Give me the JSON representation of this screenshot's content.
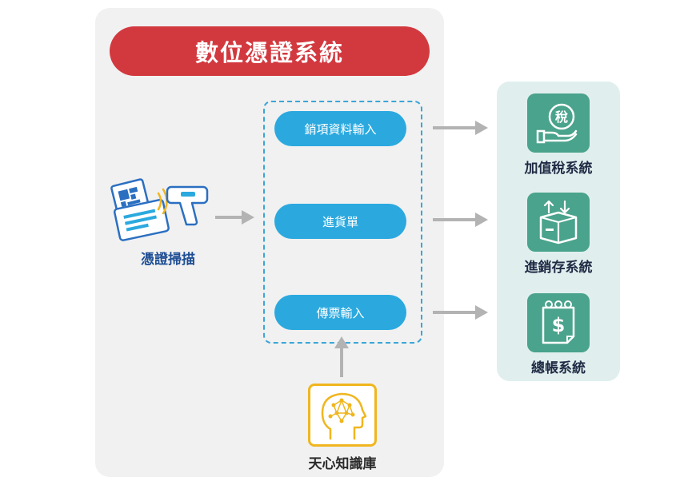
{
  "title": "數位憑證系統",
  "scan": {
    "label": "憑證掃描",
    "icon": "document-scanner-icon"
  },
  "process_items": [
    {
      "label": "銷項資料輸入"
    },
    {
      "label": "進貨單"
    },
    {
      "label": "傳票輸入"
    }
  ],
  "systems": [
    {
      "label": "加值稅系統",
      "icon": "tax-hand-icon",
      "badge": "稅"
    },
    {
      "label": "進銷存系統",
      "icon": "inventory-box-icon"
    },
    {
      "label": "總帳系統",
      "icon": "ledger-dollar-icon"
    }
  ],
  "knowledge_base": {
    "label": "天心知識庫",
    "icon": "brain-head-icon"
  },
  "colors": {
    "title_red": "#d2393f",
    "pill_blue": "#2ba9df",
    "system_green": "#4aa38c",
    "kb_gold": "#f0b61f",
    "arrow_gray": "#b3b3b3"
  }
}
